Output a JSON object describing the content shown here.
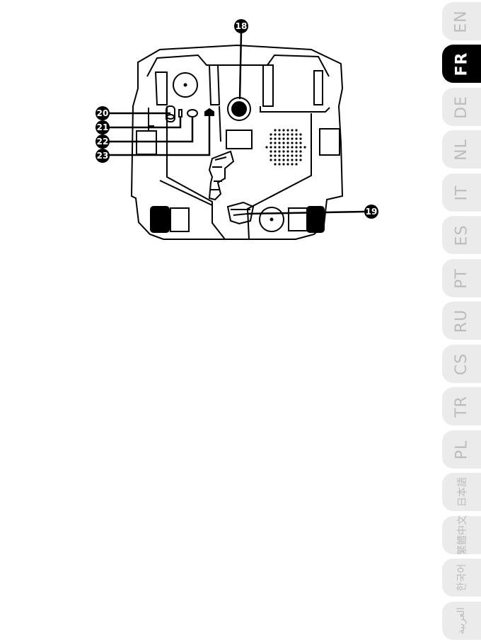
{
  "callouts": [
    "18",
    "19",
    "20",
    "21",
    "22",
    "23"
  ],
  "languages": [
    {
      "label": "EN",
      "active": false
    },
    {
      "label": "FR",
      "active": true
    },
    {
      "label": "DE",
      "active": false
    },
    {
      "label": "NL",
      "active": false
    },
    {
      "label": "IT",
      "active": false
    },
    {
      "label": "ES",
      "active": false
    },
    {
      "label": "PT",
      "active": false
    },
    {
      "label": "RU",
      "active": false
    },
    {
      "label": "CS",
      "active": false
    },
    {
      "label": "TR",
      "active": false
    },
    {
      "label": "PL",
      "active": false
    },
    {
      "label": "日本語",
      "active": false
    },
    {
      "label": "繁體中文",
      "active": false
    },
    {
      "label": "한국어",
      "active": false
    },
    {
      "label": "العربية",
      "active": false
    }
  ],
  "colors": {
    "tab_active": "#000000",
    "tab_inactive": "#ebebeb",
    "tab_text": "#bcbcbc"
  }
}
